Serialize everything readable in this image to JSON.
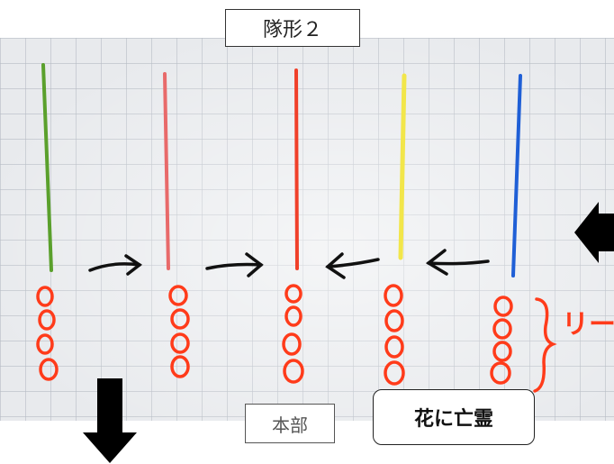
{
  "title": "隊形２",
  "labels": {
    "honbu": "本部",
    "hana": "花に亡霊",
    "leader": "リー"
  },
  "colors": {
    "lines": [
      "#5aa02c",
      "#e86a6a",
      "#f0402a",
      "#f2e64a",
      "#1f5fd6"
    ],
    "markings": "#ff3b1a",
    "arrows": "#111111"
  }
}
